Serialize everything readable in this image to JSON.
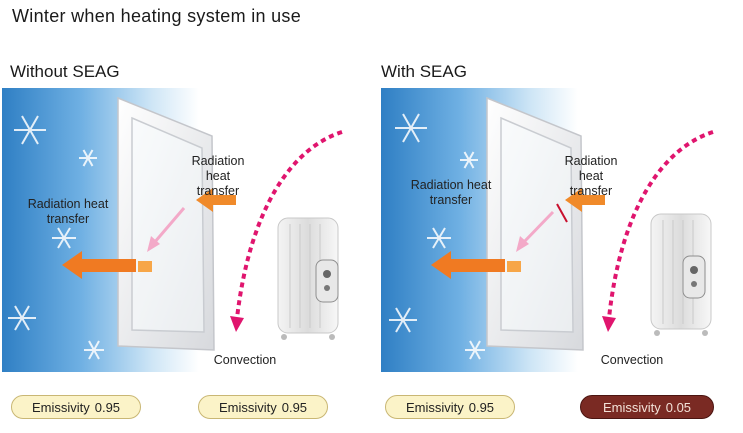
{
  "title": "Winter when heating system in use",
  "panels": [
    {
      "heading": "Without SEAG",
      "radiation_inner": "Radiation heat\ntransfer",
      "radiation_outer": "Radiation heat\ntransfer",
      "convection": "Convection",
      "badges": [
        {
          "label": "Emissivity",
          "value": "0.95",
          "style": "light"
        },
        {
          "label": "Emissivity",
          "value": "0.95",
          "style": "light"
        }
      ]
    },
    {
      "heading": "With SEAG",
      "radiation_inner": "Radiation heat\ntransfer",
      "radiation_outer": "Radiation heat\ntransfer",
      "convection": "Convection",
      "badges": [
        {
          "label": "Emissivity",
          "value": "0.95",
          "style": "light"
        },
        {
          "label": "Emissivity",
          "value": "0.05",
          "style": "dark"
        }
      ]
    }
  ],
  "colors": {
    "cold_blue": "#2f7fc4",
    "warm_arrow": "#f08a2a",
    "convection_arrow": "#e0156e",
    "emissivity_dark": "#7a2a23",
    "emissivity_light": "#fbf3c8"
  }
}
